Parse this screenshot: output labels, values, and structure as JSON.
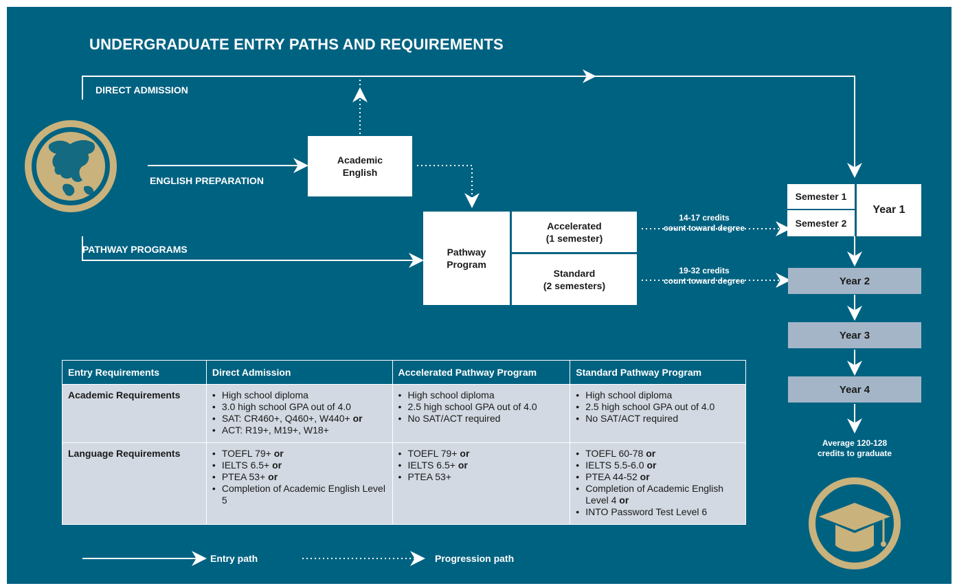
{
  "title": "UNDERGRADUATE ENTRY PATHS AND REQUIREMENTS",
  "paths": {
    "direct_admission": "DIRECT ADMISSION",
    "english_preparation": "ENGLISH PREPARATION",
    "pathway_programs": "PATHWAY PROGRAMS"
  },
  "boxes": {
    "academic_english": "Academic English",
    "pathway_program": "Pathway Program",
    "accelerated": "Accelerated",
    "accelerated_sub": "(1 semester)",
    "standard": "Standard",
    "standard_sub": "(2 semesters)"
  },
  "credits": {
    "accelerated_line1": "14-17 credits",
    "accelerated_line2": "count toward degree",
    "standard_line1": "19-32 credits",
    "standard_line2": "count toward degree"
  },
  "years": {
    "semester1": "Semester 1",
    "semester2": "Semester 2",
    "year1": "Year 1",
    "year2": "Year 2",
    "year3": "Year 3",
    "year4": "Year 4",
    "graduate_line1": "Average 120-128",
    "graduate_line2": "credits to graduate"
  },
  "table": {
    "headers": [
      "Entry Requirements",
      "Direct Admission",
      "Accelerated Pathway Program",
      "Standard Pathway Program"
    ],
    "rows": [
      {
        "label": "Academic Requirements",
        "cells": [
          [
            {
              "text": "High school diploma",
              "or": ""
            },
            {
              "text": "3.0 high school GPA out of 4.0",
              "or": ""
            },
            {
              "text": "SAT: CR460+, Q460+, W440+ ",
              "or": "or"
            },
            {
              "text": "ACT: R19+, M19+, W18+",
              "or": ""
            }
          ],
          [
            {
              "text": "High school diploma",
              "or": ""
            },
            {
              "text": "2.5 high school GPA out of 4.0",
              "or": ""
            },
            {
              "text": "No SAT/ACT required",
              "or": ""
            }
          ],
          [
            {
              "text": "High school diploma",
              "or": ""
            },
            {
              "text": "2.5 high school GPA out of 4.0",
              "or": ""
            },
            {
              "text": "No SAT/ACT required",
              "or": ""
            }
          ]
        ]
      },
      {
        "label": "Language Requirements",
        "cells": [
          [
            {
              "text": "TOEFL 79+ ",
              "or": "or"
            },
            {
              "text": "IELTS 6.5+ ",
              "or": "or"
            },
            {
              "text": "PTEA 53+ ",
              "or": "or"
            },
            {
              "text": "Completion of Academic English Level 5",
              "or": ""
            }
          ],
          [
            {
              "text": "TOEFL 79+ ",
              "or": "or"
            },
            {
              "text": "IELTS 6.5+ ",
              "or": "or"
            },
            {
              "text": "PTEA 53+",
              "or": ""
            }
          ],
          [
            {
              "text": "TOEFL 60-78 ",
              "or": "or"
            },
            {
              "text": "IELTS 5.5-6.0 ",
              "or": "or"
            },
            {
              "text": "PTEA 44-52 ",
              "or": "or"
            },
            {
              "text": "Completion of Academic English Level 4 ",
              "or": "or"
            },
            {
              "text": "INTO Password Test Level 6",
              "or": ""
            }
          ]
        ]
      }
    ]
  },
  "legend": {
    "entry": "Entry path",
    "progression": "Progression path"
  },
  "colors": {
    "background": "#006281",
    "gold": "#c9b27c",
    "year_box": "#a4b5c8",
    "table_body": "#d2d9e2"
  }
}
